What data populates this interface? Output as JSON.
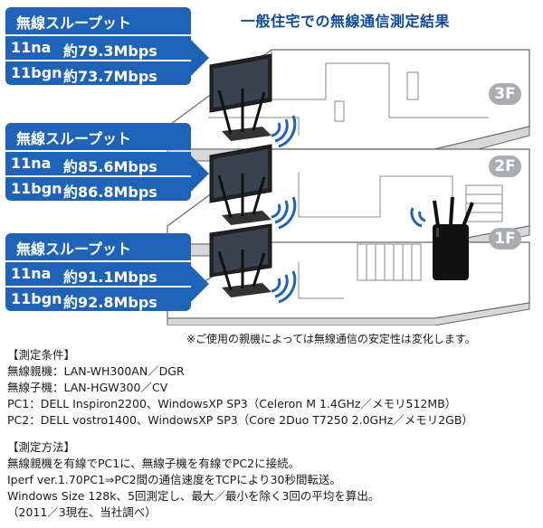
{
  "title": "一般住宅での無線通信測定結果",
  "panels": [
    {
      "heading": "無線スループット",
      "r1_std": "11na",
      "r1_val": "約79.3Mbps",
      "r2_std": "11bgn",
      "r2_val": "約73.7Mbps"
    },
    {
      "heading": "無線スループット",
      "r1_std": "11na",
      "r1_val": "約85.6Mbps",
      "r2_std": "11bgn",
      "r2_val": "約86.8Mbps"
    },
    {
      "heading": "無線スループット",
      "r1_std": "11na",
      "r1_val": "約91.1Mbps",
      "r2_std": "11bgn",
      "r2_val": "約92.8Mbps"
    }
  ],
  "floors": [
    "3F",
    "2F",
    "1F"
  ],
  "note": "※ご使用の親機によっては無線通信の安定性は変化します。",
  "conditions": {
    "title": "【測定条件】",
    "lines": [
      "無線親機：LAN-WH300AN／DGR",
      "無線子機：LAN-HGW300／CV",
      "PC1：DELL Inspiron2200、WindowsXP SP3（Celeron M 1.4GHz／メモリ512MB）",
      "PC2：DELL vostro1400、WindowsXP SP3（Core 2Duo T7250 2.0GHz／メモリ2GB）"
    ]
  },
  "method": {
    "title": "【測定方法】",
    "lines": [
      "無線親機を有線でPC1に、無線子機を有線でPC2に接続。",
      "Iperf ver.1.70PC1⇒PC2間の通信速度をTCPにより30秒間転送。",
      "Windows Size 128k、5回測定し、最大／最小を除く3回の平均を算出。",
      "（2011／3現在、当社調べ）"
    ]
  }
}
